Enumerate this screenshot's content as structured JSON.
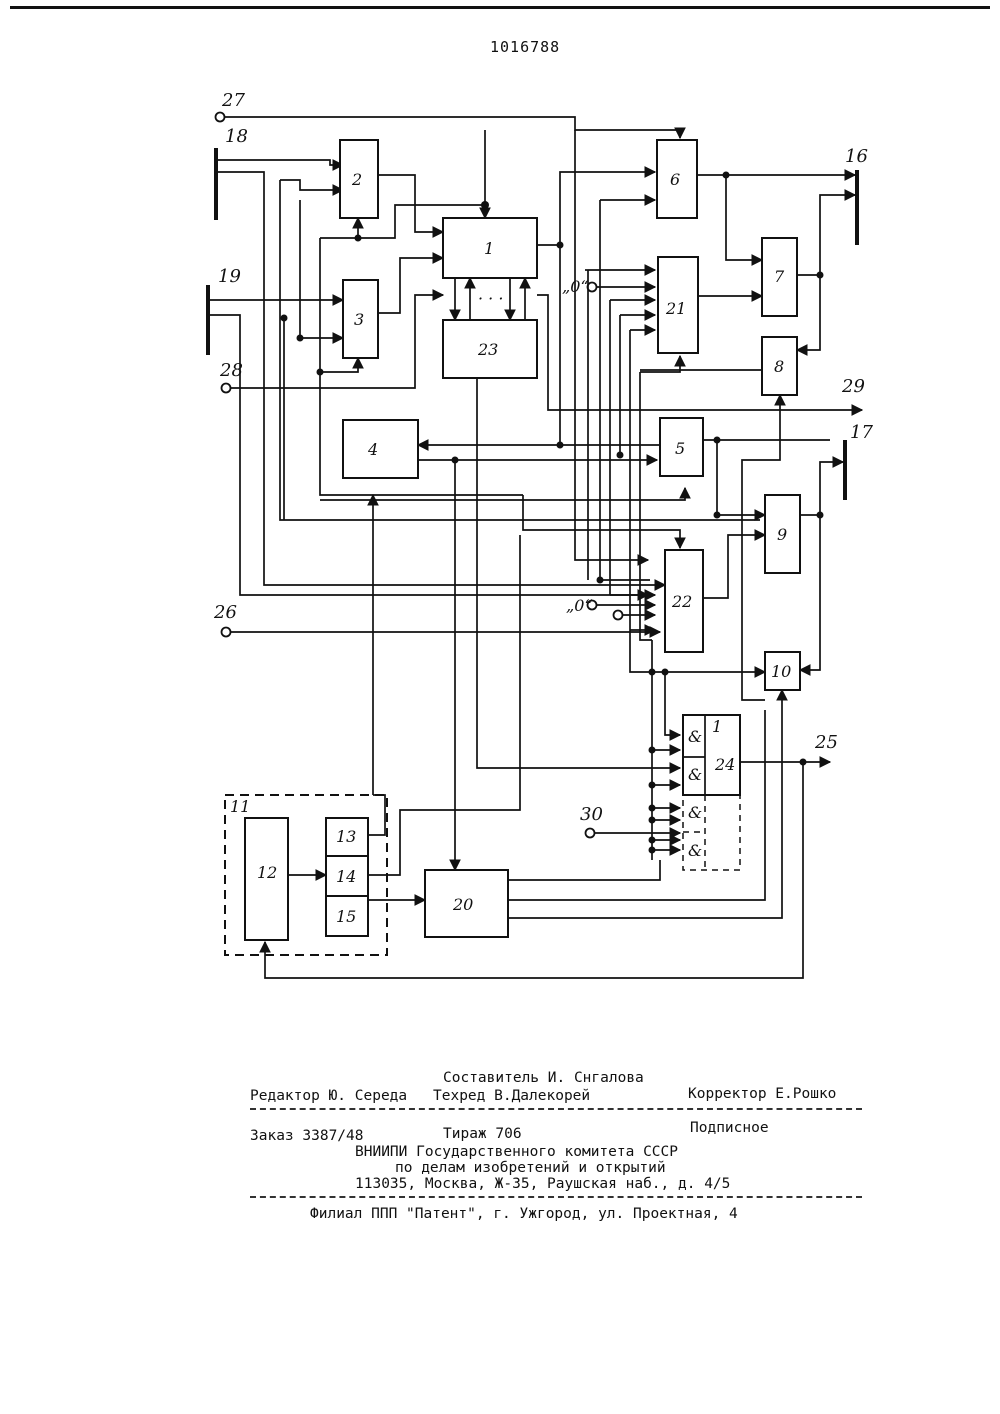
{
  "patent_number": "1016788",
  "diagram": {
    "blocks": {
      "b1": "1",
      "b2": "2",
      "b3": "3",
      "b4": "4",
      "b5": "5",
      "b6": "6",
      "b7": "7",
      "b8": "8",
      "b9": "9",
      "b10": "10",
      "b11": "11",
      "b12": "12",
      "b13": "13",
      "b14": "14",
      "b15": "15",
      "b20": "20",
      "b21": "21",
      "b22": "22",
      "b23": "23",
      "b24": "24",
      "b24_sub": "1"
    },
    "terminals": {
      "t16": "16",
      "t17": "17",
      "t18": "18",
      "t19": "19",
      "t25": "25",
      "t26": "26",
      "t27": "27",
      "t28": "28",
      "t29": "29",
      "t30": "30"
    },
    "zero_label": "„0“",
    "and_symbol": "&"
  },
  "footer": {
    "compiler": "Составитель И. Снгалова",
    "editor": "Редактор Ю. Середа",
    "techred": "Техред В.Далекорей",
    "corrector": "Корректор Е.Рошко",
    "order": "Заказ 3387/48",
    "circulation": "Тираж 706",
    "subscription": "Подписное",
    "org1": "ВНИИПИ Государственного комитета СССР",
    "org2": "по делам изобретений и открытий",
    "address": "113035, Москва, Ж-35, Раушская наб., д. 4/5",
    "branch": "Филиал ППП \"Патент\", г. Ужгород, ул. Проектная, 4"
  }
}
